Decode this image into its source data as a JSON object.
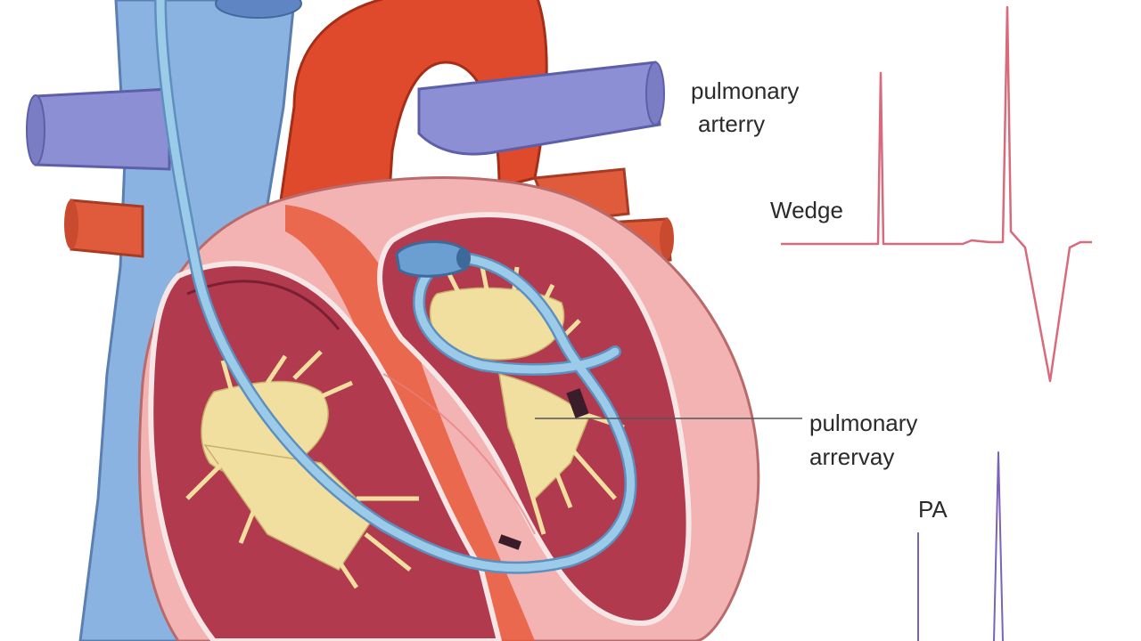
{
  "labels": {
    "top_label_line1": "pulmonary",
    "top_label_line2": "arterry",
    "wedge": "Wedge",
    "mid_label_line1": "pulmonary",
    "mid_label_line2": "arrervay",
    "pa": "PA"
  },
  "colors": {
    "vena_cava": "#8bb3e2",
    "aorta": "#e04a2c",
    "pulmonary_vessel": "#8c8fd4",
    "chamber_wall": "#f3b3b3",
    "chamber_interior": "#b23a4e",
    "valve_tissue": "#f1dfa0",
    "catheter": "#9ccbea",
    "wedge_trace": "#d86a7c",
    "pa_trace": "#7b63b7"
  },
  "icons": [
    "heart-illustration",
    "catheter",
    "pressure-waveform"
  ]
}
